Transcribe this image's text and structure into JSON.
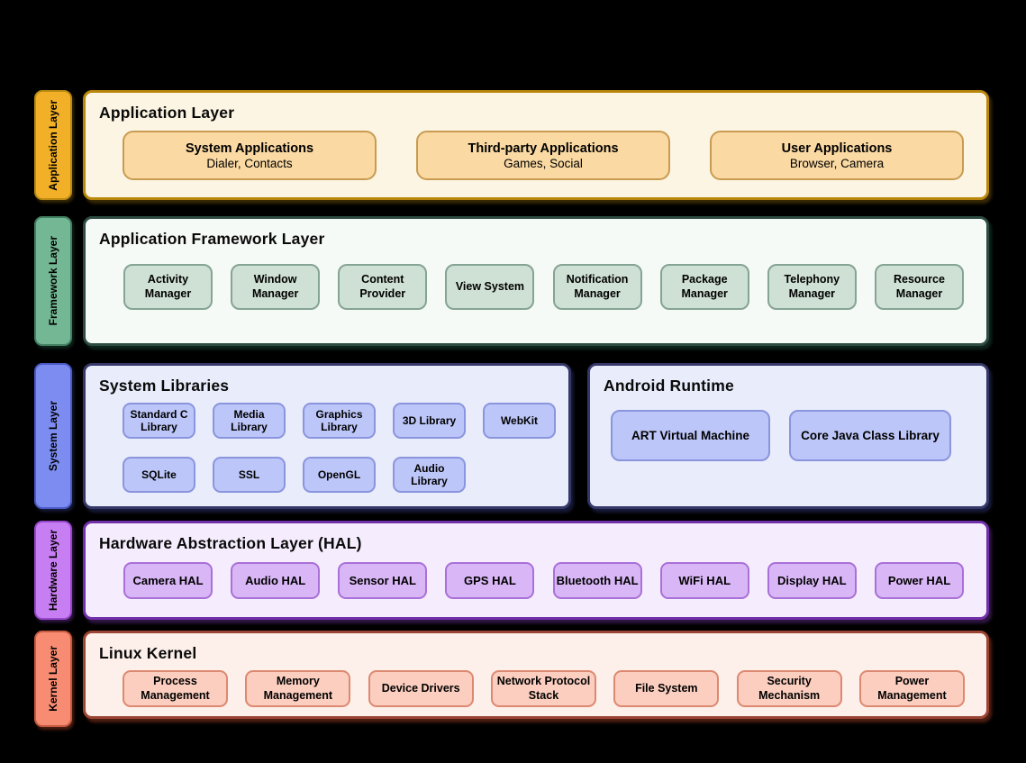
{
  "canvas": {
    "background": "#000000"
  },
  "app": {
    "side_label": "Application Layer",
    "title": "Application Layer",
    "colors": {
      "tab": "#F2B028",
      "panel_bg": "#FDF5E3",
      "panel_border": "#B8860B",
      "box_bg": "#FAD9A2",
      "box_border": "#C89B52"
    },
    "boxes": [
      {
        "label": "System Applications",
        "sub": "Dialer, Contacts"
      },
      {
        "label": "Third-party Applications",
        "sub": "Games, Social"
      },
      {
        "label": "User Applications",
        "sub": "Browser, Camera"
      }
    ]
  },
  "framework": {
    "side_label": "Framework Layer",
    "title": "Application Framework Layer",
    "colors": {
      "tab": "#74B794",
      "panel_bg": "#F6FAF7",
      "panel_border": "#2E4B42",
      "box_bg": "#CFE0D4",
      "box_border": "#85A495"
    },
    "boxes": [
      {
        "label": "Activity Manager"
      },
      {
        "label": "Window Manager"
      },
      {
        "label": "Content Provider"
      },
      {
        "label": "View System"
      },
      {
        "label": "Notification Manager"
      },
      {
        "label": "Package Manager"
      },
      {
        "label": "Telephony Manager"
      },
      {
        "label": "Resource Manager"
      }
    ]
  },
  "system": {
    "side_label": "System Layer",
    "colors": {
      "tab": "#7C8CF0",
      "panel_bg": "#E9ECFB",
      "panel_border": "#343767",
      "box_bg": "#BDC6F8",
      "box_border": "#8A95DE"
    },
    "libraries": {
      "title": "System Libraries",
      "boxes": [
        {
          "label": "Standard C Library"
        },
        {
          "label": "Media Library"
        },
        {
          "label": "Graphics Library"
        },
        {
          "label": "3D Library"
        },
        {
          "label": "WebKit"
        },
        {
          "label": "SQLite"
        },
        {
          "label": "SSL"
        },
        {
          "label": "OpenGL"
        },
        {
          "label": "Audio Library"
        }
      ]
    },
    "runtime": {
      "title": "Android Runtime",
      "boxes": [
        {
          "label": "ART Virtual Machine"
        },
        {
          "label": "Core Java Class Library"
        }
      ]
    }
  },
  "hal": {
    "side_label": "Hardware Layer",
    "title": "Hardware Abstraction Layer (HAL)",
    "colors": {
      "tab": "#C77EF2",
      "panel_bg": "#F5EDFD",
      "panel_border": "#712FA9",
      "box_bg": "#D9B7F6",
      "box_border": "#A970D8"
    },
    "boxes": [
      {
        "label": "Camera HAL"
      },
      {
        "label": "Audio HAL"
      },
      {
        "label": "Sensor HAL"
      },
      {
        "label": "GPS HAL"
      },
      {
        "label": "Bluetooth HAL"
      },
      {
        "label": "WiFi HAL"
      },
      {
        "label": "Display HAL"
      },
      {
        "label": "Power HAL"
      }
    ]
  },
  "kernel": {
    "side_label": "Kernel Layer",
    "title": "Linux Kernel",
    "colors": {
      "tab": "#F88C72",
      "panel_bg": "#FDEFE9",
      "panel_border": "#9C4433",
      "box_bg": "#FBCEBF",
      "box_border": "#DC8971"
    },
    "boxes": [
      {
        "label": "Process Management"
      },
      {
        "label": "Memory Management"
      },
      {
        "label": "Device Drivers"
      },
      {
        "label": "Network Protocol Stack"
      },
      {
        "label": "File System"
      },
      {
        "label": "Security Mechanism"
      },
      {
        "label": "Power Management"
      }
    ]
  }
}
